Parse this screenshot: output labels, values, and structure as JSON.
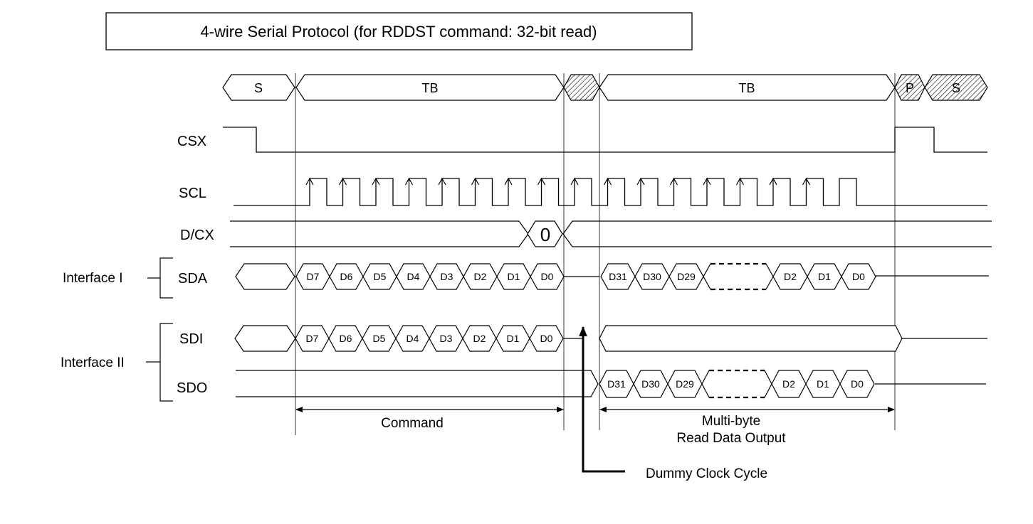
{
  "title": "4-wire Serial Protocol (for RDDST command: 32-bit read)",
  "phases": {
    "start": "S",
    "tb_command": "TB",
    "tb_read": "TB",
    "stop": "P",
    "start_next": "S"
  },
  "signals": {
    "csx": "CSX",
    "scl": "SCL",
    "dcx": "D/CX",
    "sda": "SDA",
    "sdi": "SDI",
    "sdo": "SDO"
  },
  "dcx_value": "0",
  "interfaces": {
    "one": "Interface I",
    "two": "Interface II"
  },
  "command_bits": [
    "D7",
    "D6",
    "D5",
    "D4",
    "D3",
    "D2",
    "D1",
    "D0"
  ],
  "read_bits_head": [
    "D31",
    "D30",
    "D29"
  ],
  "read_bits_tail": [
    "D2",
    "D1",
    "D0"
  ],
  "annotations": {
    "command": "Command",
    "multibyte_line1": "Multi-byte",
    "multibyte_line2": "Read Data Output",
    "dummy": "Dummy Clock Cycle"
  }
}
